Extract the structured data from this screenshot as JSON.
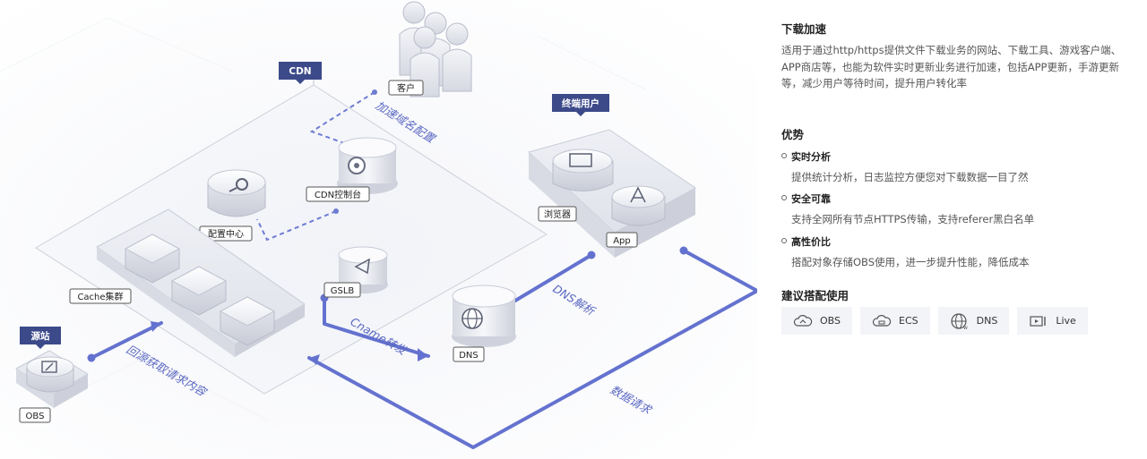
{
  "diagram": {
    "badges": {
      "cdn": "CDN",
      "terminal_user": "终端用户",
      "origin": "源站"
    },
    "labels": {
      "client": "客户",
      "cdn_console": "CDN控制台",
      "config_center": "配置中心",
      "cache_cluster": "Cache集群",
      "gslb": "GSLB",
      "browser": "浏览器",
      "app": "App",
      "dns": "DNS",
      "obs": "OBS"
    },
    "flows": {
      "domain_config": "加速域名配置",
      "dns_resolve": "DNS解析",
      "cname_forward": "Cname转发",
      "back_to_origin": "回源获取请求内容",
      "data_request": "数据请求"
    },
    "colors": {
      "accent": "#6472cf",
      "badge": "#3c4a8a",
      "dashed": "#6d7bd2"
    }
  },
  "panel": {
    "title": "下载加速",
    "description": "适用于通过http/https提供文件下载业务的网站、下载工具、游戏客户端、 APP商店等，也能为软件实时更新业务进行加速，包括APP更新，手游更新等，减少用户等待时间，提升用户转化率",
    "advantages_title": "优势",
    "advantages": [
      {
        "name": "实时分析",
        "desc": "提供统计分析，日志监控方便您对下载数据一目了然"
      },
      {
        "name": "安全可靠",
        "desc": "支持全网所有节点HTTPS传输，支持referer黑白名单"
      },
      {
        "name": "高性价比",
        "desc": "搭配对象存储OBS使用，进一步提升性能，降低成本"
      }
    ],
    "recommend_title": "建议搭配使用",
    "recommend": [
      {
        "label": "OBS",
        "icon": "cloud-icon"
      },
      {
        "label": "ECS",
        "icon": "cloud-server-icon"
      },
      {
        "label": "DNS",
        "icon": "globe-icon"
      },
      {
        "label": "Live",
        "icon": "play-icon"
      }
    ]
  }
}
